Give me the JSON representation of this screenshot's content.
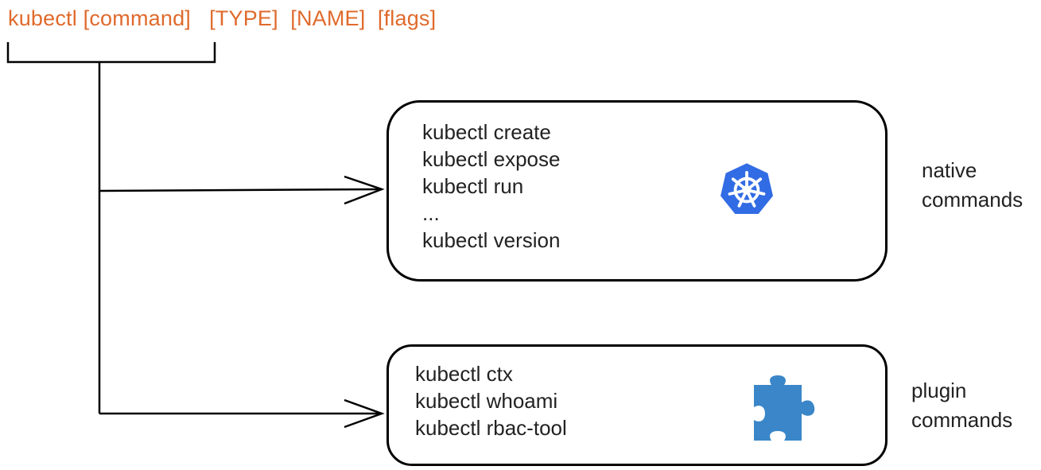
{
  "syntax": {
    "command": "kubectl [command]",
    "type": "[TYPE]",
    "name": "[NAME]",
    "flags": "[flags]"
  },
  "native": {
    "commands": [
      "kubectl create",
      "kubectl expose",
      "kubectl run",
      "...",
      "kubectl version"
    ],
    "label_line1": "native",
    "label_line2": "commands",
    "icon": "kubernetes-helm-icon"
  },
  "plugin": {
    "commands": [
      "kubectl ctx",
      "kubectl whoami",
      "kubectl rbac-tool"
    ],
    "label_line1": "plugin",
    "label_line2": "commands",
    "icon": "puzzle-piece-icon"
  },
  "colors": {
    "syntax": "#e06a2c",
    "kubernetes": "#326ce5",
    "puzzle": "#3a86c8"
  }
}
